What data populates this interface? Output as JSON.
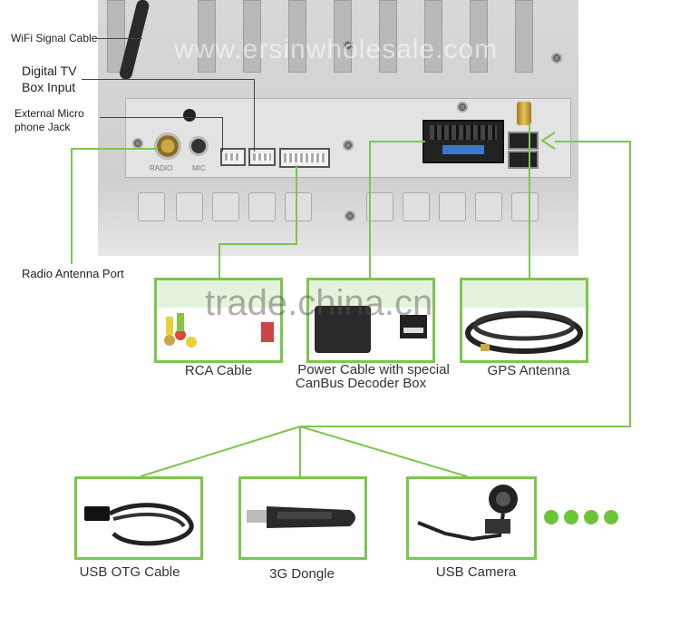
{
  "watermarks": {
    "top": "www.ersinwholesale.com",
    "middle": "trade.china.cn"
  },
  "callouts": {
    "wifi": "WiFi Signal Cable",
    "digital_tv_line1": "Digital TV",
    "digital_tv_line2": "Box Input",
    "ext_mic_line1": "External Micro",
    "ext_mic_line2": "phone Jack",
    "radio": "Radio Antenna Port"
  },
  "panel_marks": {
    "radio": "RADIO",
    "mic": "MIC"
  },
  "accessories_row1": [
    {
      "caption": "RCA Cable",
      "icon": "rca-cable-icon"
    },
    {
      "caption_line1": "Power Cable with special",
      "caption_line2": "CanBus Decoder Box",
      "icon": "power-cable-icon"
    },
    {
      "caption": "GPS Antenna",
      "icon": "gps-antenna-icon"
    }
  ],
  "accessories_row2": [
    {
      "caption": "USB OTG Cable",
      "icon": "usb-otg-cable-icon"
    },
    {
      "caption": "3G Dongle",
      "icon": "3g-dongle-icon"
    },
    {
      "caption": "USB Camera",
      "icon": "usb-camera-icon"
    }
  ],
  "colors": {
    "accent": "#7ac74f",
    "panel": "#d4d4d4",
    "dots": "#6cc437"
  }
}
